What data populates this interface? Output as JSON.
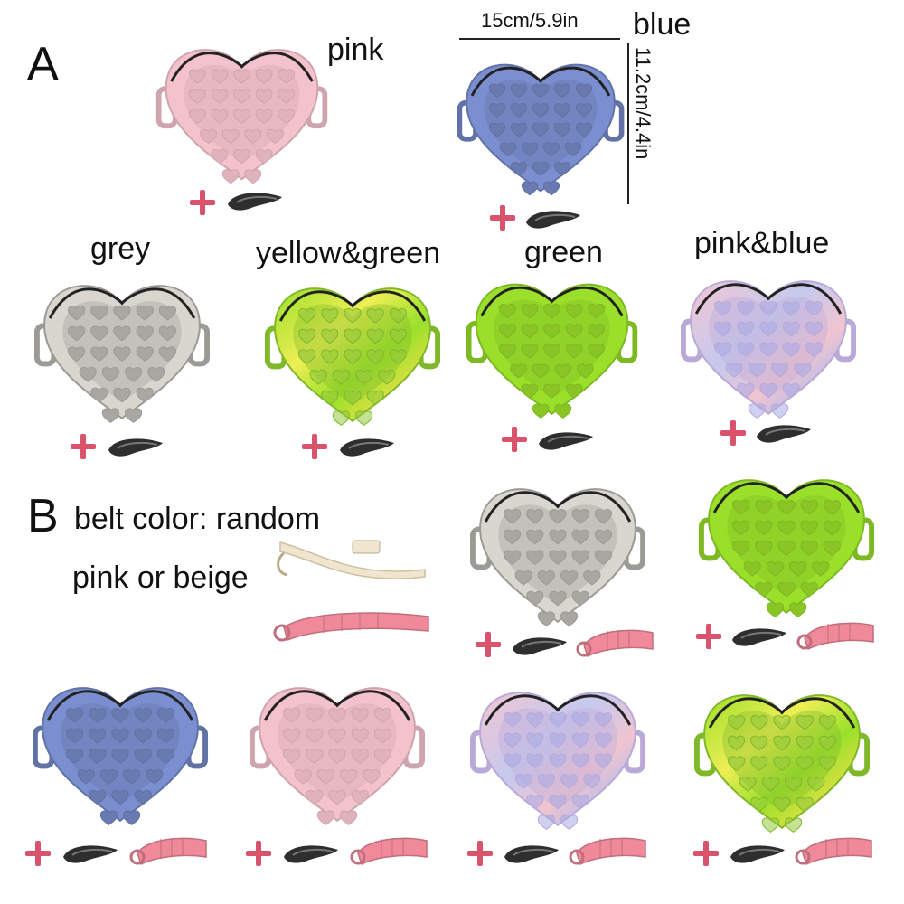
{
  "variant_a": {
    "letter": "A"
  },
  "variant_b": {
    "letter": "B",
    "note_line1": "belt color: random",
    "note_line2": "pink or beige"
  },
  "dimensions": {
    "width": "15cm/5.9in",
    "height": "11.2cm/4.4in"
  },
  "colors": {
    "pink": "#f4c2cc",
    "blue": "#7b8fd0",
    "grey": "#d9d6cf",
    "green": "#9ae02a",
    "yellow": "#e8e84a",
    "strap_pink": "#f08a9a",
    "strap_beige": "#f0e6cf",
    "plus": "#d9536d",
    "clip": "#2e2e2e"
  },
  "products": [
    {
      "label": "pink",
      "color": "pink"
    },
    {
      "label": "blue",
      "color": "blue"
    },
    {
      "label": "grey",
      "color": "grey"
    },
    {
      "label": "yellow&green",
      "color": "yellow-green"
    },
    {
      "label": "green",
      "color": "green"
    },
    {
      "label": "pink&blue",
      "color": "pink-blue"
    }
  ]
}
